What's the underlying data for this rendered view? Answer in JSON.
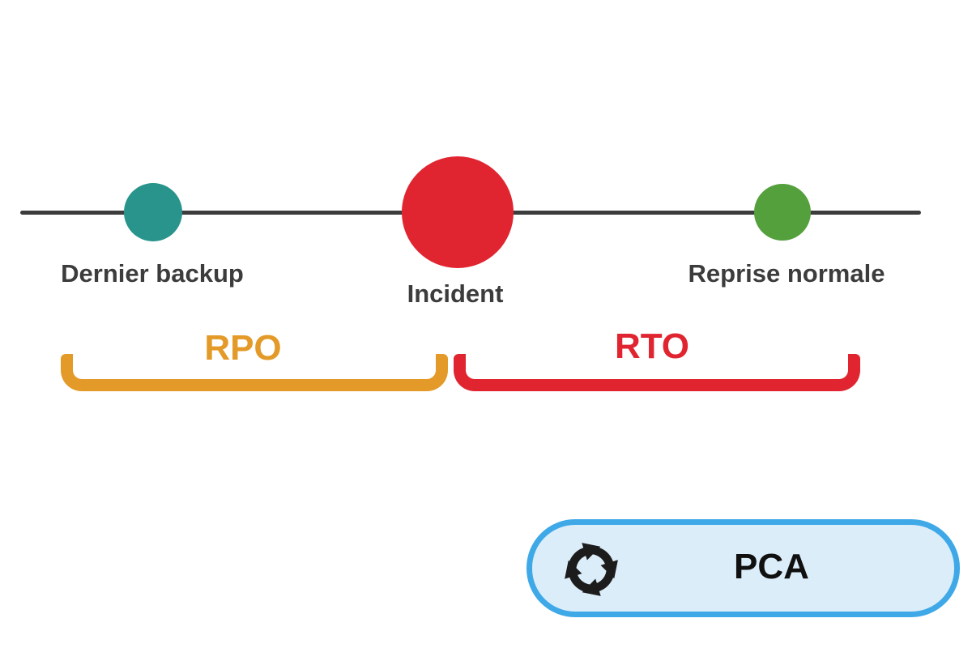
{
  "diagram": {
    "description": "RPO / RTO recovery timeline"
  },
  "timeline": {
    "line_color": "#3C3C3C",
    "label_color": "#3C3C3C",
    "points": [
      {
        "id": "backup",
        "label": "Dernier backup",
        "color": "#28948C"
      },
      {
        "id": "incident",
        "label": "Incident",
        "color": "#E12530"
      },
      {
        "id": "reprise",
        "label": "Reprise normale",
        "color": "#54A03C"
      }
    ]
  },
  "brackets": [
    {
      "id": "rpo",
      "label": "RPO",
      "color": "#E39A28"
    },
    {
      "id": "rto",
      "label": "RTO",
      "color": "#E02531"
    }
  ],
  "pca_box": {
    "label": "PCA",
    "border_color": "#3FA9E8",
    "fill_color": "#DCEDFA",
    "icon": "cycle-arrows-icon",
    "icon_color": "#1C1C1C",
    "text_color": "#101010"
  }
}
